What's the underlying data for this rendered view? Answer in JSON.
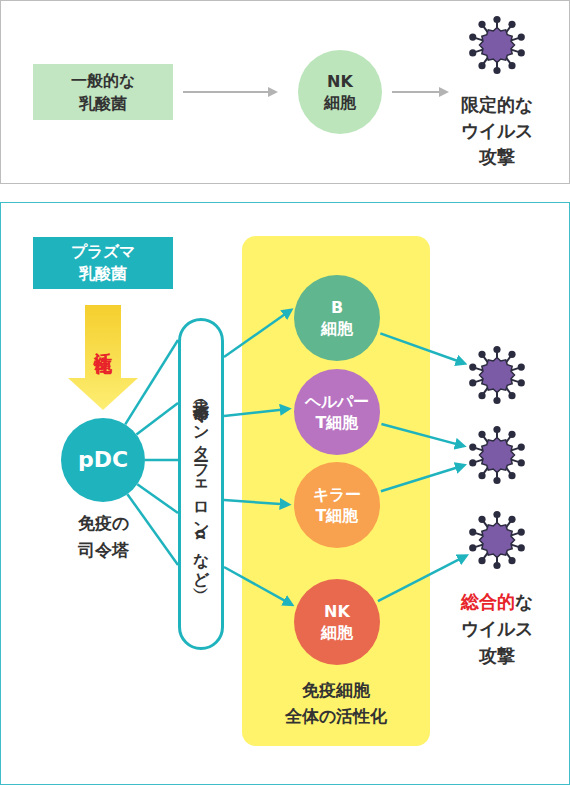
{
  "diagram": {
    "nodes": [
      {
        "text": [
          "一般的な 乳酸菌"
        ]
      },
      {
        "text": [
          "NK 細胞"
        ]
      },
      {
        "text": [
          "限定的な ウイルス 攻撃"
        ]
      },
      {
        "text": [
          "プラズマ 乳酸菌"
        ]
      },
      {
        "text": [
          "pDC",
          "免疫の 司令塔"
        ]
      },
      {
        "text": [
          "指示・命令（インターフェロンαなど）"
        ]
      },
      {
        "text": [
          "免疫細胞 全体の活性化"
        ]
      },
      {
        "text": [
          "B 細胞"
        ],
        "in": 6
      },
      {
        "text": [
          "ヘルパー T細胞"
        ],
        "in": 6
      },
      {
        "text": [
          "キラー T細胞"
        ],
        "in": 6
      },
      {
        "text": [
          "NK 細胞"
        ],
        "in": 6
      },
      {
        "text": []
      },
      {
        "text": []
      },
      {
        "text": [
          "総合的",
          "な ウイルス 攻撃"
        ]
      }
    ],
    "edges": [
      {
        "from": 0,
        "to": 1,
        "arrow": "to"
      },
      {
        "from": 1,
        "to": 2,
        "arrow": "to"
      },
      {
        "from": 3,
        "to": 4,
        "arrow": "to",
        "label": "活性化"
      },
      {
        "from": 4,
        "to": 5,
        "arrow": "none"
      },
      {
        "from": 4,
        "to": 5,
        "arrow": "none"
      },
      {
        "from": 4,
        "to": 5,
        "arrow": "none"
      },
      {
        "from": 4,
        "to": 5,
        "arrow": "none"
      },
      {
        "from": 4,
        "to": 5,
        "arrow": "none"
      },
      {
        "from": 5,
        "to": 7,
        "arrow": "to"
      },
      {
        "from": 5,
        "to": 8,
        "arrow": "to"
      },
      {
        "from": 5,
        "to": 9,
        "arrow": "to"
      },
      {
        "from": 5,
        "to": 10,
        "arrow": "to"
      },
      {
        "from": 7,
        "to": 11,
        "arrow": "to"
      },
      {
        "from": 8,
        "to": 12,
        "arrow": "to"
      },
      {
        "from": 9,
        "to": 12,
        "arrow": "to"
      },
      {
        "from": 10,
        "to": 13,
        "arrow": "to"
      }
    ]
  }
}
